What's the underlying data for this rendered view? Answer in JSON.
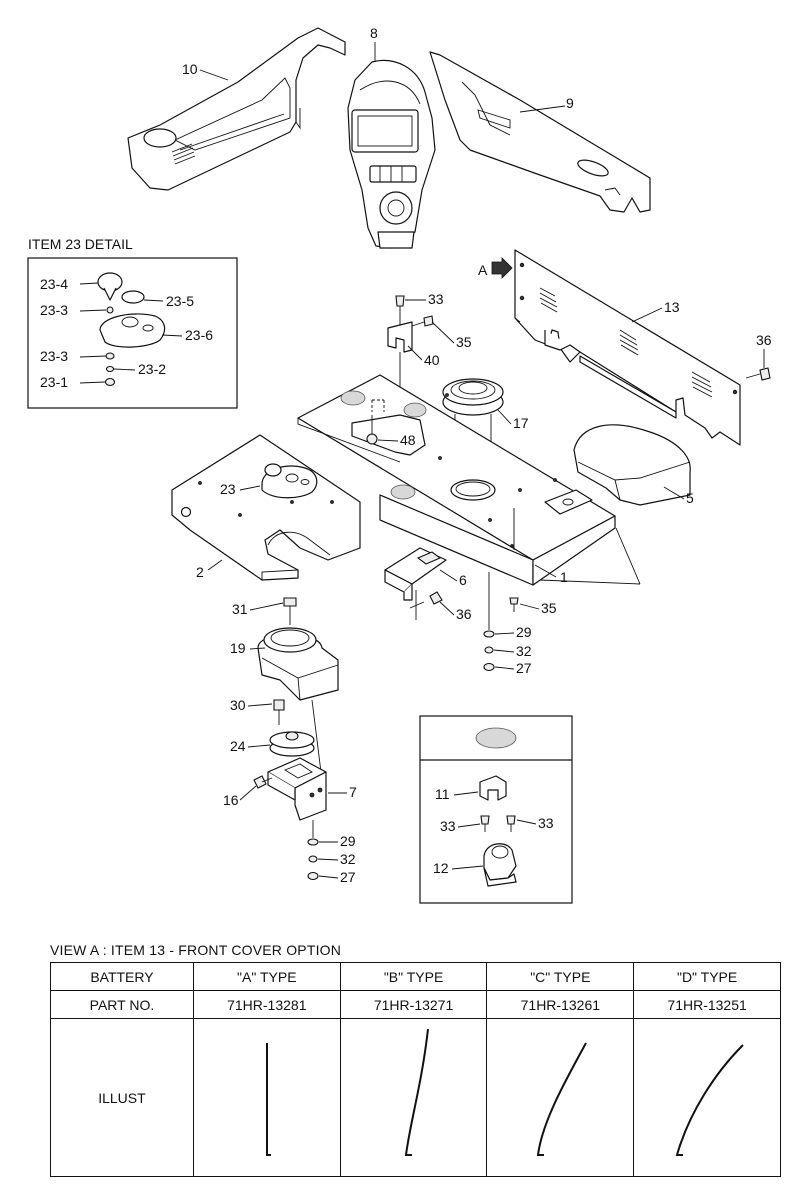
{
  "detail_title": "ITEM 23 DETAIL",
  "callouts": {
    "c8": "8",
    "c10": "10",
    "c9": "9",
    "c13": "13",
    "cA": "A",
    "c36a": "36",
    "c33a": "33",
    "c35a": "35",
    "c40": "40",
    "c17": "17",
    "c48": "48",
    "c5": "5",
    "c23": "23",
    "c2": "2",
    "c1": "1",
    "c6": "6",
    "c36b": "36",
    "c35b": "35",
    "c31": "31",
    "c19": "19",
    "c29a": "29",
    "c32a": "32",
    "c27a": "27",
    "c30": "30",
    "c24": "24",
    "c7": "7",
    "c16": "16",
    "c29b": "29",
    "c32b": "32",
    "c27b": "27",
    "c11": "11",
    "c33b": "33",
    "c33c": "33",
    "c12": "12",
    "d234": "23-4",
    "d233a": "23-3",
    "d235": "23-5",
    "d236": "23-6",
    "d233b": "23-3",
    "d232": "23-2",
    "d231": "23-1"
  },
  "view_title": "VIEW A : ITEM 13 - FRONT COVER OPTION",
  "table": {
    "headers": [
      "BATTERY",
      "\"A\" TYPE",
      "\"B\" TYPE",
      "\"C\" TYPE",
      "\"D\" TYPE"
    ],
    "part_label": "PART NO.",
    "part_numbers": [
      "71HR-13281",
      "71HR-13271",
      "71HR-13261",
      "71HR-13251"
    ],
    "illust_label": "ILLUST"
  }
}
